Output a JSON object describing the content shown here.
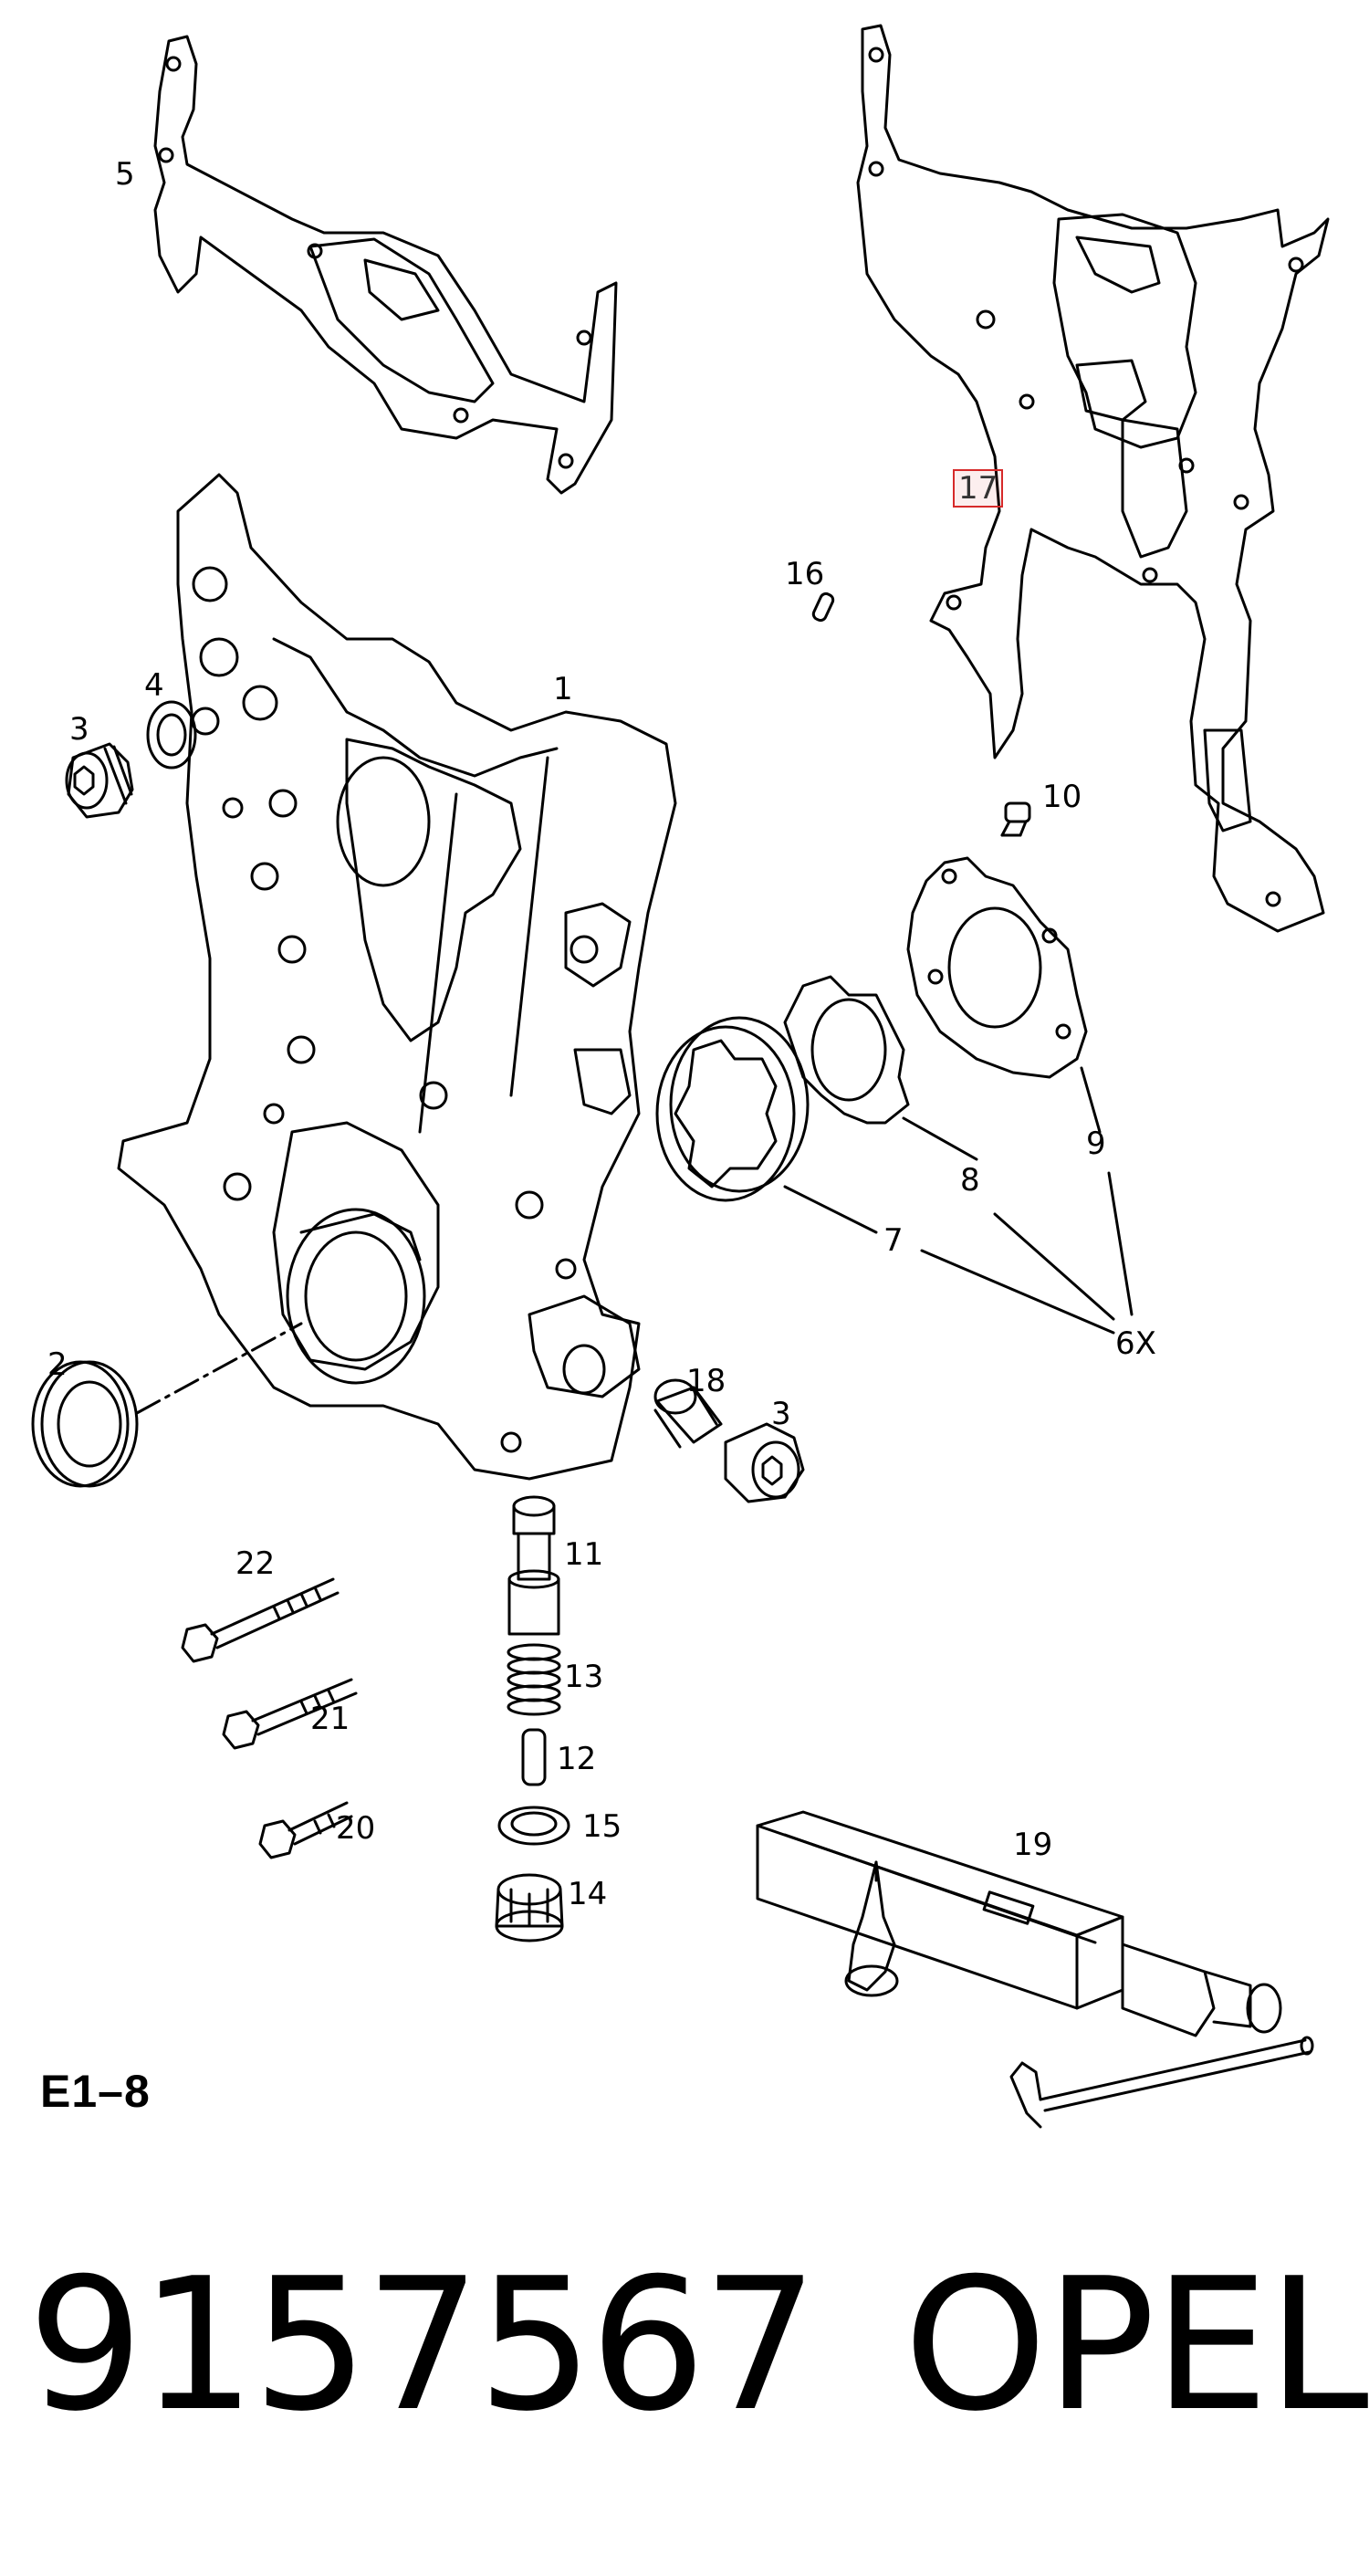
{
  "diagram": {
    "callouts": {
      "c1": "1",
      "c2": "2",
      "c3a": "3",
      "c3b": "3",
      "c4": "4",
      "c5": "5",
      "c6x": "6X",
      "c7": "7",
      "c8": "8",
      "c9": "9",
      "c10": "10",
      "c11": "11",
      "c12": "12",
      "c13": "13",
      "c14": "14",
      "c15": "15",
      "c16": "16",
      "c17": "17",
      "c18": "18",
      "c19": "19",
      "c20": "20",
      "c21": "21",
      "c22": "22"
    },
    "highlighted_callout": "17",
    "page_ref": "E1–8"
  },
  "footer": {
    "part_number": "9157567",
    "brand": "OPEL"
  },
  "colors": {
    "line": "#000000",
    "highlight_box": "#d62a2a",
    "background": "#ffffff"
  }
}
